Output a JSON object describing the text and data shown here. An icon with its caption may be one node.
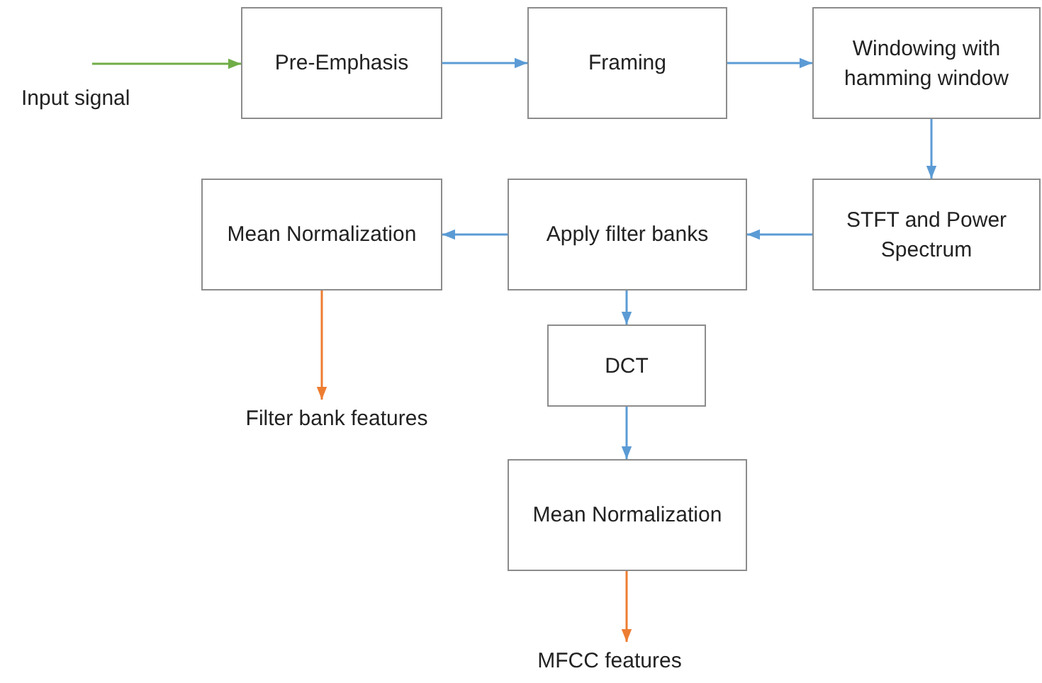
{
  "diagram": {
    "nodes": [
      {
        "text": [
          "Pre-Emphasis"
        ]
      },
      {
        "text": [
          "Framing"
        ]
      },
      {
        "text": [
          "Windowing with hamming window"
        ]
      },
      {
        "text": [
          "STFT and Power Spectrum"
        ]
      },
      {
        "text": [
          "Apply filter banks"
        ]
      },
      {
        "text": [
          "Mean Normalization"
        ]
      },
      {
        "text": [
          "DCT"
        ]
      },
      {
        "text": [
          "Mean Normalization"
        ]
      },
      {
        "text": [
          "Filter bank features"
        ]
      },
      {
        "text": [
          "MFCC features"
        ]
      }
    ],
    "edges": [
      {
        "from": null,
        "to": 0,
        "arrow": "to",
        "color": "#70ad47"
      },
      {
        "from": 0,
        "to": 1,
        "arrow": "to"
      },
      {
        "from": 1,
        "to": 2,
        "arrow": "to"
      },
      {
        "from": 2,
        "to": 3,
        "arrow": "to"
      },
      {
        "from": 3,
        "to": 4,
        "arrow": "to"
      },
      {
        "from": 4,
        "to": 5,
        "arrow": "to"
      },
      {
        "from": 4,
        "to": 6,
        "arrow": "to"
      },
      {
        "from": 6,
        "to": 7,
        "arrow": "to"
      },
      {
        "from": 5,
        "to": 8,
        "arrow": "to",
        "color": "#ed7d31"
      },
      {
        "from": 7,
        "to": 9,
        "arrow": "to",
        "color": "#ed7d31"
      }
    ],
    "labels": [
      "Input signal"
    ]
  }
}
